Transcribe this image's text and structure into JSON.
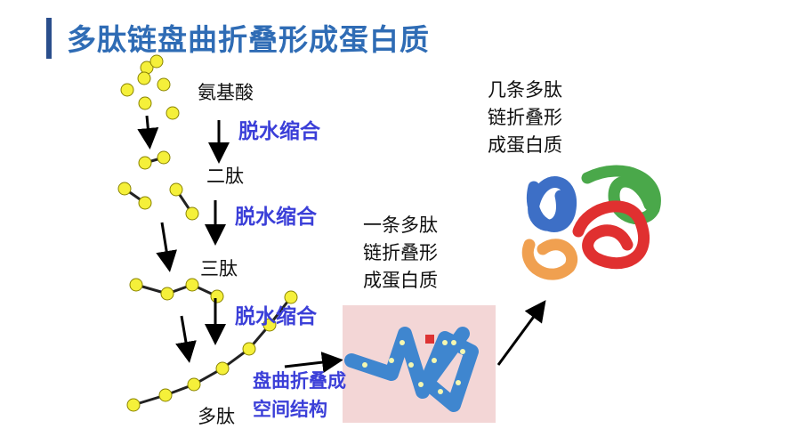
{
  "title": "多肽链盘曲折叠形成蛋白质",
  "labels": {
    "amino_acid": "氨基酸",
    "condensation": "脱水缩合",
    "dipeptide": "二肽",
    "tripeptide": "三肽",
    "polypeptide": "多肽",
    "folding_1": "盘曲折叠成",
    "folding_2": "空间结构",
    "single_1": "一条多肽",
    "single_2": "链折叠形",
    "single_3": "成蛋白质",
    "multi_1": "几条多肽",
    "multi_2": "链折叠形",
    "multi_3": "成蛋白质"
  },
  "colors": {
    "title": "#2f6cb5",
    "accent": "#3b3fd8",
    "amino": "#f5f03a"
  }
}
